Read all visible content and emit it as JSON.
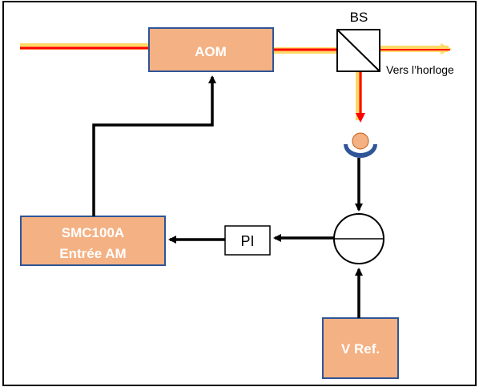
{
  "diagram": {
    "blocks": {
      "aom": "AOM",
      "smc": {
        "line1": "SMC100A",
        "line2": "Entrée AM"
      },
      "pi": "PI",
      "vref": "V Ref."
    },
    "beam_splitter_label": "BS",
    "output_label": "Vers l’horloge",
    "colors": {
      "block_fill": "#F4B183",
      "block_border": "#2F5597",
      "beam_red": "#FF0000",
      "beam_yellow": "#FFD966",
      "detector_blue": "#2F5597",
      "detector_orange": "#F4B183",
      "signal_line": "#000000"
    }
  }
}
